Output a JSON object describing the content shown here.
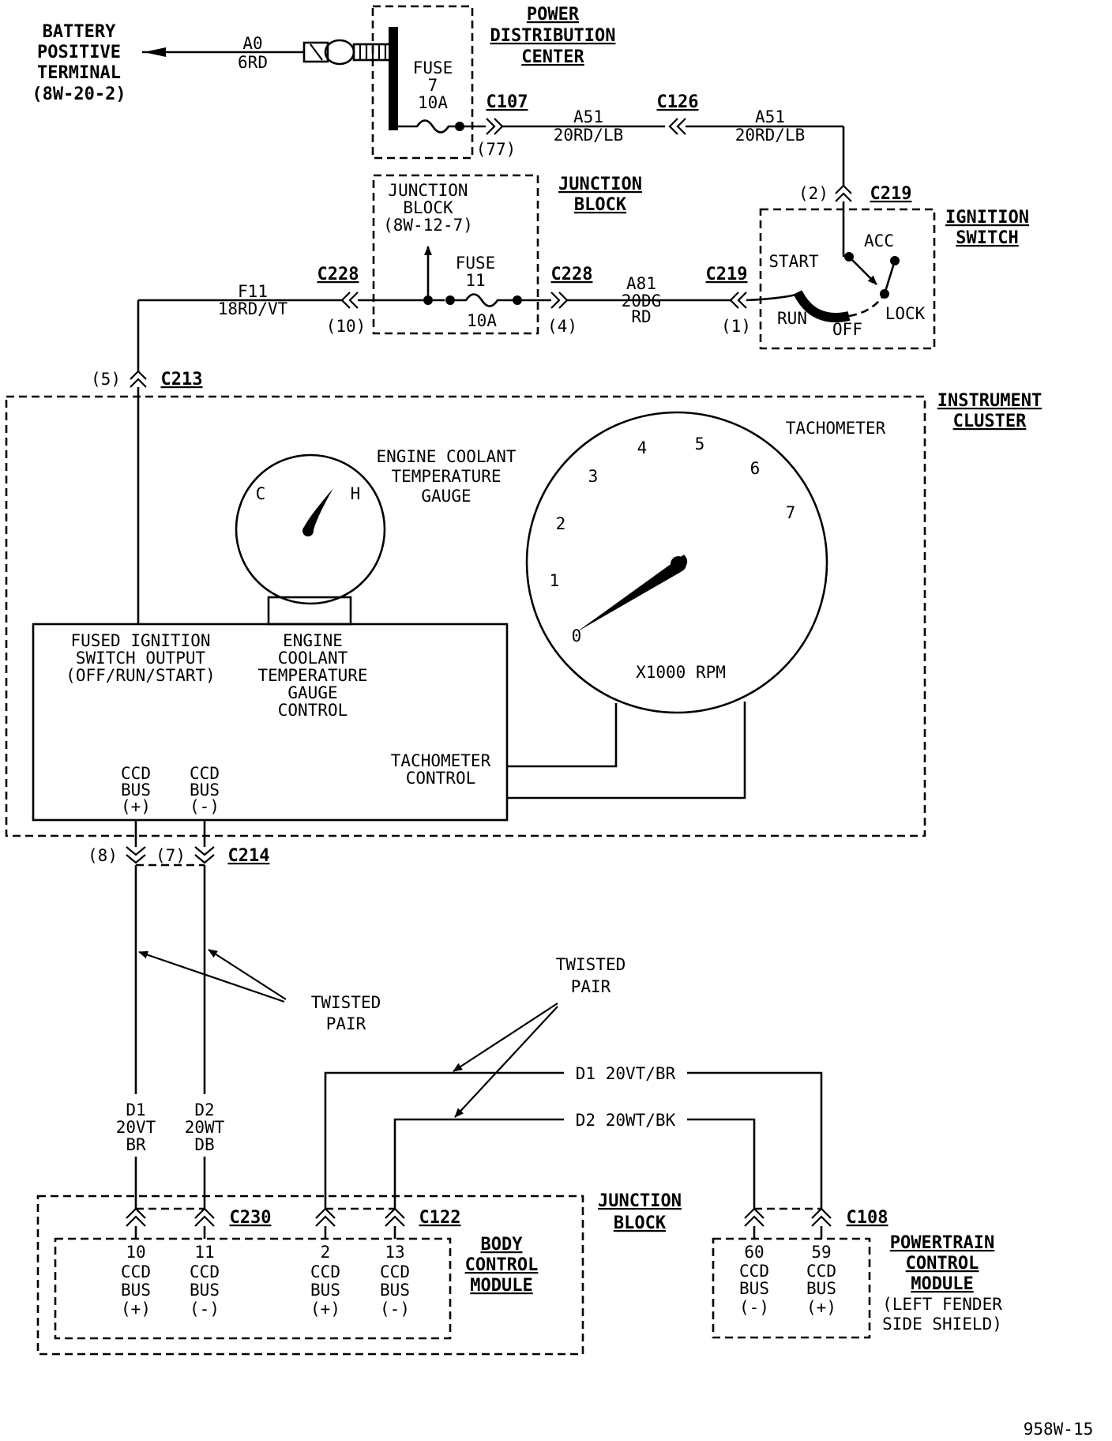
{
  "battery": {
    "line1": "BATTERY",
    "line2": "POSITIVE",
    "line3": "TERMINAL",
    "line4": "(8W-20-2)",
    "wire": "A0",
    "wire_color": "6RD"
  },
  "pdc": {
    "line1": "POWER",
    "line2": "DISTRIBUTION",
    "line3": "CENTER",
    "fuse_label": "FUSE",
    "fuse_num": "7",
    "fuse_amp": "10A",
    "connector": "C107",
    "pin": "(77)"
  },
  "a51_left": {
    "wire": "A51",
    "color": "20RD/LB"
  },
  "c126": "C126",
  "a51_right": {
    "wire": "A51",
    "color": "20RD/LB"
  },
  "c219_top": {
    "pin": "(2)",
    "name": "C219"
  },
  "ignition": {
    "title1": "IGNITION",
    "title2": "SWITCH",
    "acc": "ACC",
    "start": "START",
    "run": "RUN",
    "off": "OFF",
    "lock": "LOCK"
  },
  "junction_top": {
    "title1": "JUNCTION",
    "title2": "BLOCK",
    "inner1": "JUNCTION",
    "inner2": "BLOCK",
    "inner3": "(8W-12-7)",
    "fuse_label": "FUSE",
    "fuse_num": "11",
    "fuse_amp": "10A"
  },
  "f11": {
    "wire": "F11",
    "color": "18RD/VT"
  },
  "c228_left": {
    "name": "C228",
    "pin": "(10)"
  },
  "c228_right": {
    "name": "C228",
    "pin": "(4)"
  },
  "a81": {
    "wire": "A81",
    "color1": "20DG",
    "color2": "RD"
  },
  "c219_mid": {
    "name": "C219",
    "pin": "(1)"
  },
  "c213": {
    "pin": "(5)",
    "name": "C213"
  },
  "cluster": {
    "title1": "INSTRUMENT",
    "title2": "CLUSTER",
    "tach_label": "TACHOMETER",
    "coolant_label1": "ENGINE COOLANT",
    "coolant_label2": "TEMPERATURE",
    "coolant_label3": "GAUGE",
    "gauge_c": "C",
    "gauge_h": "H",
    "tach_nums": [
      "0",
      "1",
      "2",
      "3",
      "4",
      "5",
      "6",
      "7"
    ],
    "rpm": "X1000 RPM",
    "fused1": "FUSED IGNITION",
    "fused2": "SWITCH OUTPUT",
    "fused3": "(OFF/RUN/START)",
    "ect1": "ENGINE",
    "ect2": "COOLANT",
    "ect3": "TEMPERATURE",
    "ect4": "GAUGE",
    "ect5": "CONTROL",
    "tachctl1": "TACHOMETER",
    "tachctl2": "CONTROL",
    "ccd_plus": [
      "CCD",
      "BUS",
      "(+)"
    ],
    "ccd_minus": [
      "CCD",
      "BUS",
      "(-)"
    ]
  },
  "c214": {
    "pin_left": "(8)",
    "pin_right": "(7)",
    "name": "C214"
  },
  "twisted_left": {
    "line1": "TWISTED",
    "line2": "PAIR"
  },
  "twisted_right": {
    "line1": "TWISTED",
    "line2": "PAIR"
  },
  "d1_left": {
    "wire": "D1",
    "color1": "20VT",
    "color2": "BR"
  },
  "d2_left": {
    "wire": "D2",
    "color1": "20WT",
    "color2": "DB"
  },
  "d1_right": "D1  20VT/BR",
  "d2_right": "D2  20WT/BK",
  "c230": "C230",
  "c122": "C122",
  "c108": "C108",
  "junction_bottom": {
    "title1": "JUNCTION",
    "title2": "BLOCK"
  },
  "bcm": {
    "title1": "BODY",
    "title2": "CONTROL",
    "title3": "MODULE"
  },
  "bcm_pins": [
    {
      "num": "10",
      "l1": "CCD",
      "l2": "BUS",
      "l3": "(+)"
    },
    {
      "num": "11",
      "l1": "CCD",
      "l2": "BUS",
      "l3": "(-)"
    },
    {
      "num": "2",
      "l1": "CCD",
      "l2": "BUS",
      "l3": "(+)"
    },
    {
      "num": "13",
      "l1": "CCD",
      "l2": "BUS",
      "l3": "(-)"
    }
  ],
  "pcm": {
    "title1": "POWERTRAIN",
    "title2": "CONTROL",
    "title3": "MODULE",
    "sub1": "(LEFT FENDER",
    "sub2": "SIDE SHIELD)"
  },
  "pcm_pins": [
    {
      "num": "60",
      "l1": "CCD",
      "l2": "BUS",
      "l3": "(-)"
    },
    {
      "num": "59",
      "l1": "CCD",
      "l2": "BUS",
      "l3": "(+)"
    }
  ],
  "figure_id": "958W-15"
}
